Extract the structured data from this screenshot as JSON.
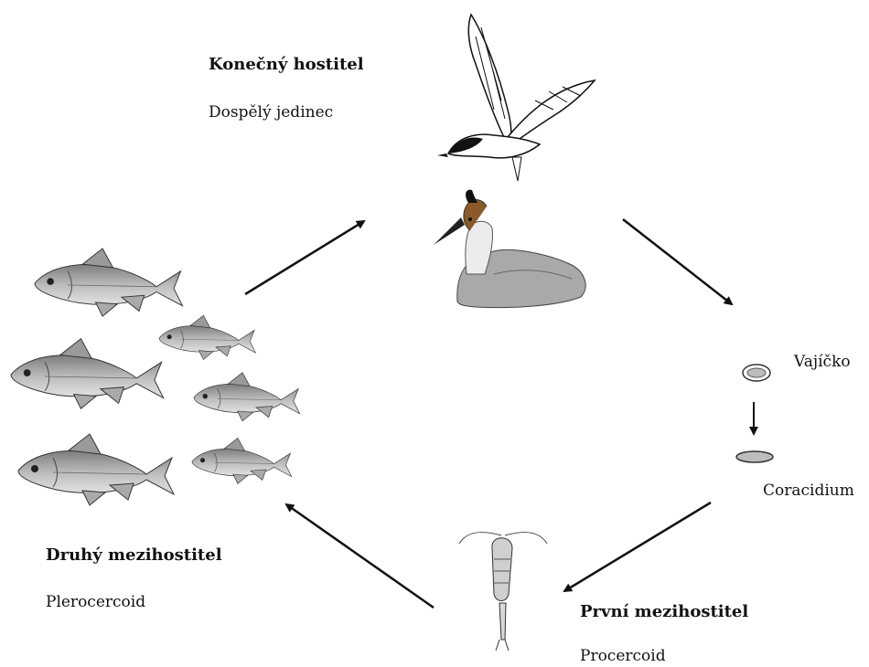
{
  "diagram": {
    "final_host": {
      "title": "Konečný hostitel",
      "stage": "Dospělý jedinec"
    },
    "egg_label": "Vajíčko",
    "coracidium_label": "Coracidium",
    "first_intermediate": {
      "title": "První mezihostitel",
      "stage": "Procercoid"
    },
    "second_intermediate": {
      "title": "Druhý mezihostitel",
      "stage": "Plerocercoid"
    },
    "colors": {
      "arrow": "#111111",
      "egg_fill": "#bdbdbd",
      "fish": "#9a9a9a",
      "ink": "#222222"
    },
    "icons": [
      "gull-icon",
      "grebe-icon",
      "egg-icon",
      "coracidium-icon",
      "copepod-icon",
      "fish-icon"
    ]
  }
}
